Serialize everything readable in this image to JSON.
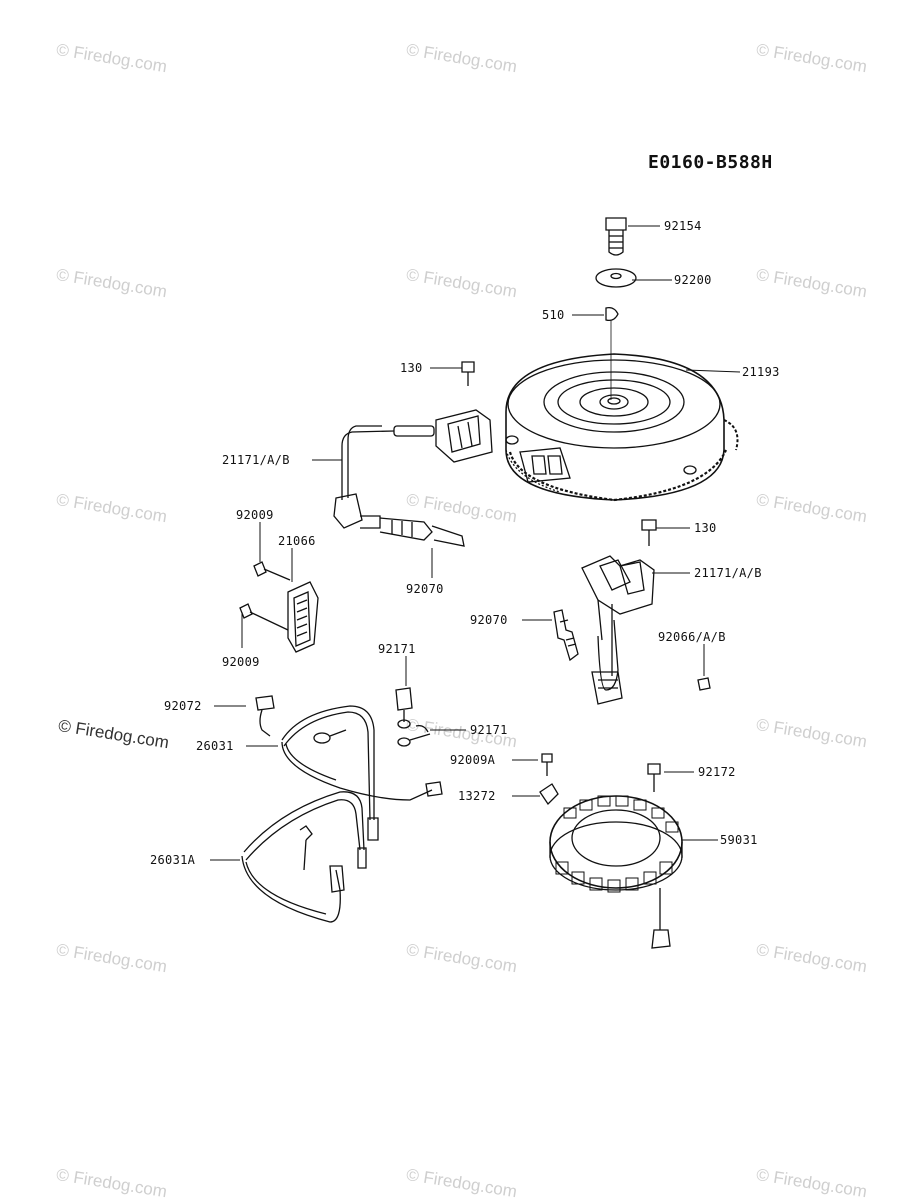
{
  "diagram_code": "E0160-B588H",
  "watermark": "© Firedog.com",
  "parts": {
    "p92154": "92154",
    "p92200": "92200",
    "p510": "510",
    "p130_top": "130",
    "p21193": "21193",
    "p21171_left": "21171/A/B",
    "p92009_top": "92009",
    "p21066": "21066",
    "p92070_left": "92070",
    "p92009_bottom": "92009",
    "p130_right": "130",
    "p21171_right": "21171/A/B",
    "p92070_right": "92070",
    "p92066": "92066/A/B",
    "p92171_top": "92171",
    "p92072": "92072",
    "p92171_mid": "92171",
    "p26031": "26031",
    "p92009A": "92009A",
    "p92172": "92172",
    "p13272": "13272",
    "p59031": "59031",
    "p26031A": "26031A"
  }
}
